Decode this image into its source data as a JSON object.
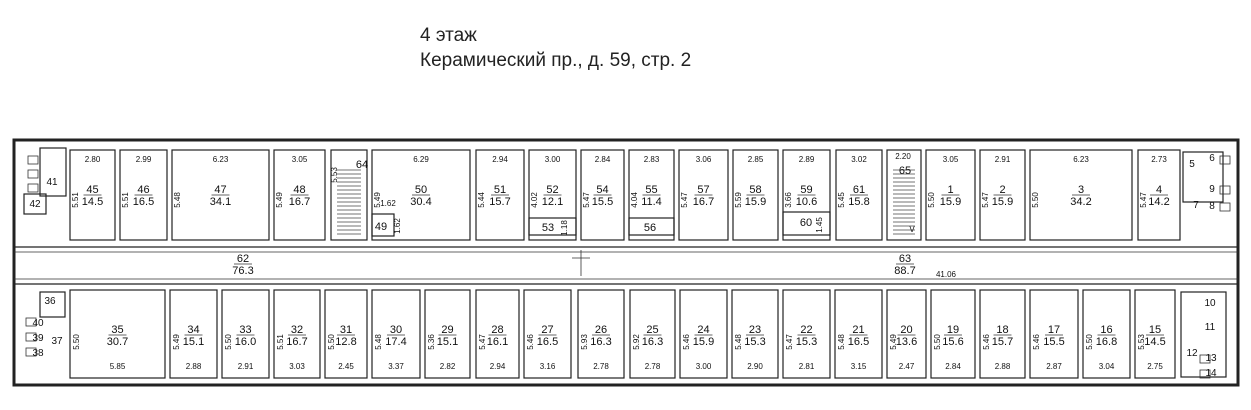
{
  "header": {
    "floor": "4 этаж",
    "address": "Керамический пр., д. 59, стр. 2"
  },
  "plan": {
    "corridors": [
      {
        "num": "62",
        "area": "76.3"
      },
      {
        "num": "63",
        "area": "88.7"
      }
    ],
    "corridor_dim": "41.06",
    "stairs": [
      {
        "num": "64",
        "dim": "5.53"
      },
      {
        "num": "65",
        "dim": "2.20"
      }
    ],
    "marker": "V",
    "rooms": [
      {
        "num": "45",
        "area": "14.5",
        "w": "2.80",
        "h": "5.51"
      },
      {
        "num": "46",
        "area": "16.5",
        "w": "2.99",
        "h": "5.51"
      },
      {
        "num": "47",
        "area": "34.1",
        "w": "6.23",
        "h": "5.48"
      },
      {
        "num": "48",
        "area": "16.7",
        "w": "3.05",
        "h": "5.49"
      },
      {
        "num": "50",
        "area": "30.4",
        "w": "6.29",
        "h": "5.49"
      },
      {
        "num": "49",
        "area": "",
        "w": "1.62",
        "h": "1.62"
      },
      {
        "num": "51",
        "area": "15.7",
        "w": "2.94",
        "h": "5.44"
      },
      {
        "num": "52",
        "area": "12.1",
        "w": "3.00",
        "h": "4.02"
      },
      {
        "num": "53",
        "area": "",
        "w": "",
        "h": "1.18"
      },
      {
        "num": "54",
        "area": "15.5",
        "w": "2.84",
        "h": "5.47"
      },
      {
        "num": "55",
        "area": "11.4",
        "w": "2.83",
        "h": "4.04"
      },
      {
        "num": "56",
        "area": "",
        "w": "",
        "h": ""
      },
      {
        "num": "57",
        "area": "16.7",
        "w": "3.06",
        "h": "5.47"
      },
      {
        "num": "58",
        "area": "15.9",
        "w": "2.85",
        "h": "5.59"
      },
      {
        "num": "59",
        "area": "10.6",
        "w": "2.89",
        "h": "3.66"
      },
      {
        "num": "60",
        "area": "",
        "w": "",
        "h": "1.45"
      },
      {
        "num": "61",
        "area": "15.8",
        "w": "3.02",
        "h": "5.45"
      },
      {
        "num": "1",
        "area": "15.9",
        "w": "3.05",
        "h": "5.50"
      },
      {
        "num": "2",
        "area": "15.9",
        "w": "2.91",
        "h": "5.47"
      },
      {
        "num": "3",
        "area": "34.2",
        "w": "6.23",
        "h": "5.50"
      },
      {
        "num": "4",
        "area": "14.2",
        "w": "2.73",
        "h": "5.47"
      },
      {
        "num": "35",
        "area": "30.7",
        "w": "5.85",
        "h": "5.50"
      },
      {
        "num": "34",
        "area": "15.1",
        "w": "2.88",
        "h": "5.49"
      },
      {
        "num": "33",
        "area": "16.0",
        "w": "2.91",
        "h": "5.50"
      },
      {
        "num": "32",
        "area": "16.7",
        "w": "3.03",
        "h": "5.51"
      },
      {
        "num": "31",
        "area": "12.8",
        "w": "2.45",
        "h": "5.50"
      },
      {
        "num": "30",
        "area": "17.4",
        "w": "3.37",
        "h": "5.48"
      },
      {
        "num": "29",
        "area": "15.1",
        "w": "2.82",
        "h": "5.36"
      },
      {
        "num": "28",
        "area": "16.1",
        "w": "2.94",
        "h": "5.47"
      },
      {
        "num": "27",
        "area": "16.5",
        "w": "3.16",
        "h": "5.46"
      },
      {
        "num": "26",
        "area": "16.3",
        "w": "2.78",
        "h": "5.93"
      },
      {
        "num": "25",
        "area": "16.3",
        "w": "2.78",
        "h": "5.92"
      },
      {
        "num": "24",
        "area": "15.9",
        "w": "3.00",
        "h": "5.46"
      },
      {
        "num": "23",
        "area": "15.3",
        "w": "2.90",
        "h": "5.48"
      },
      {
        "num": "22",
        "area": "15.3",
        "w": "2.81",
        "h": "5.47"
      },
      {
        "num": "21",
        "area": "16.5",
        "w": "3.15",
        "h": "5.48"
      },
      {
        "num": "20",
        "area": "13.6",
        "w": "2.47",
        "h": "5.49"
      },
      {
        "num": "19",
        "area": "15.6",
        "w": "2.84",
        "h": "5.50"
      },
      {
        "num": "18",
        "area": "15.7",
        "w": "2.88",
        "h": "5.46"
      },
      {
        "num": "17",
        "area": "15.5",
        "w": "2.87",
        "h": "5.46"
      },
      {
        "num": "16",
        "area": "16.8",
        "w": "3.04",
        "h": "5.50"
      },
      {
        "num": "15",
        "area": "14.5",
        "w": "2.75",
        "h": "5.53"
      }
    ],
    "small_rooms": [
      "41",
      "42",
      "5",
      "6",
      "7",
      "8",
      "9",
      "36",
      "37",
      "38",
      "39",
      "40",
      "10",
      "11",
      "12",
      "13",
      "14"
    ]
  }
}
